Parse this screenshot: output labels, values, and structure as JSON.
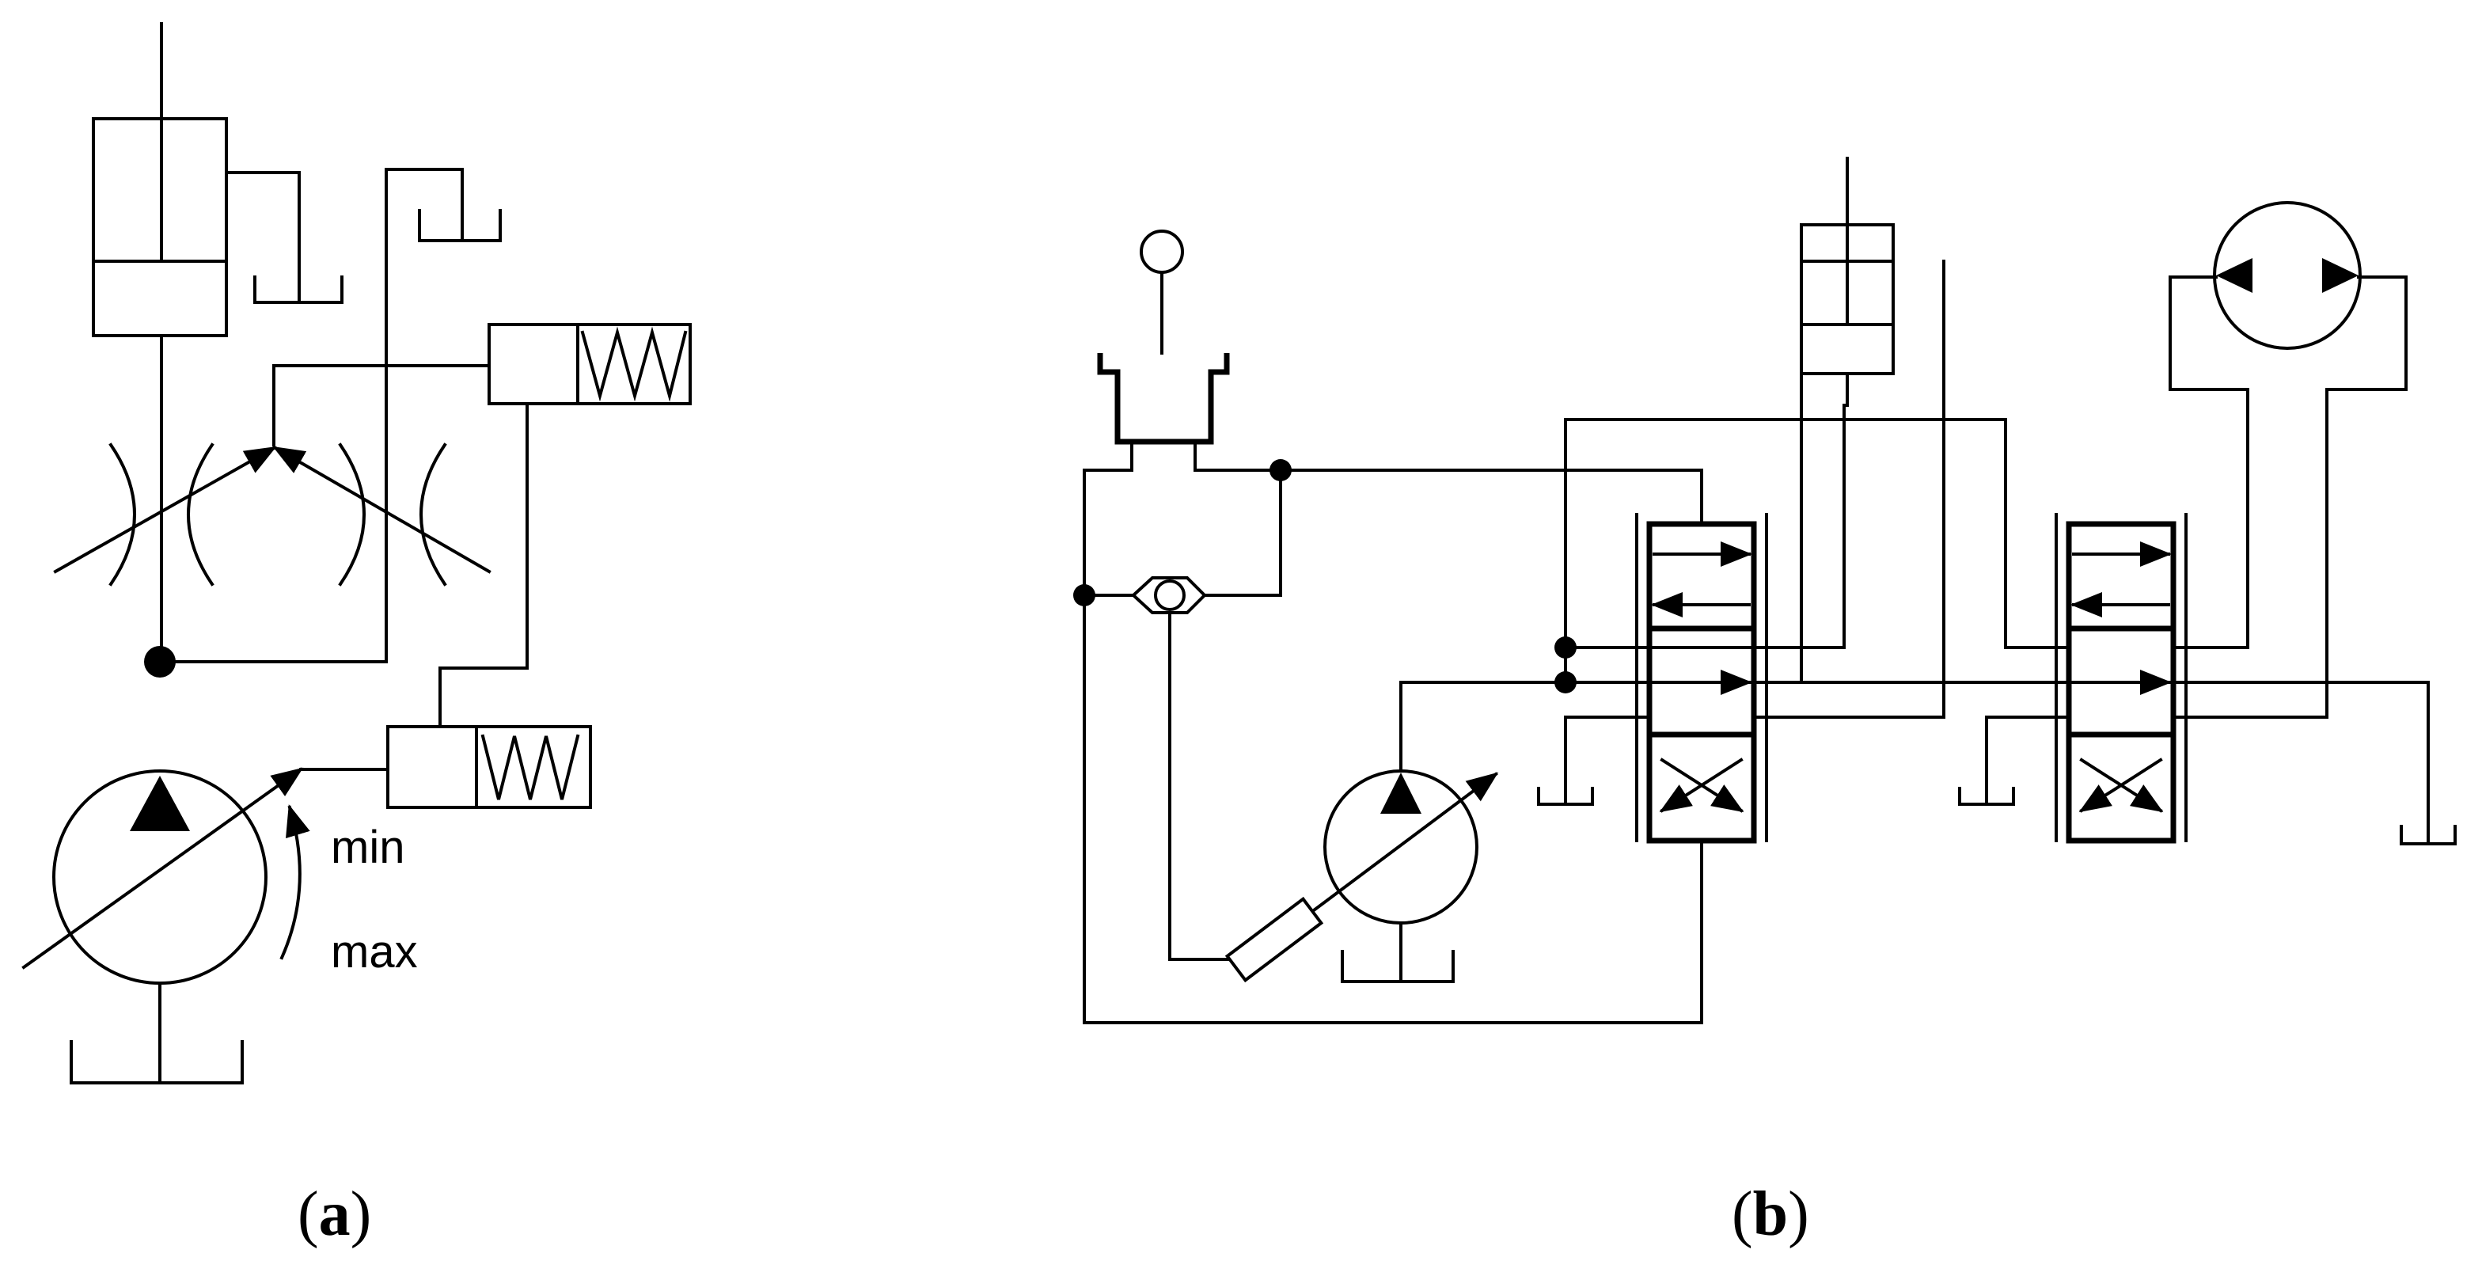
{
  "panel_a": {
    "pump_labels": {
      "min": "min",
      "max": "max"
    }
  },
  "captions": {
    "a": {
      "open": "(",
      "letter": "a",
      "close": ")"
    },
    "b": {
      "open": "(",
      "letter": "b",
      "close": ")"
    }
  }
}
